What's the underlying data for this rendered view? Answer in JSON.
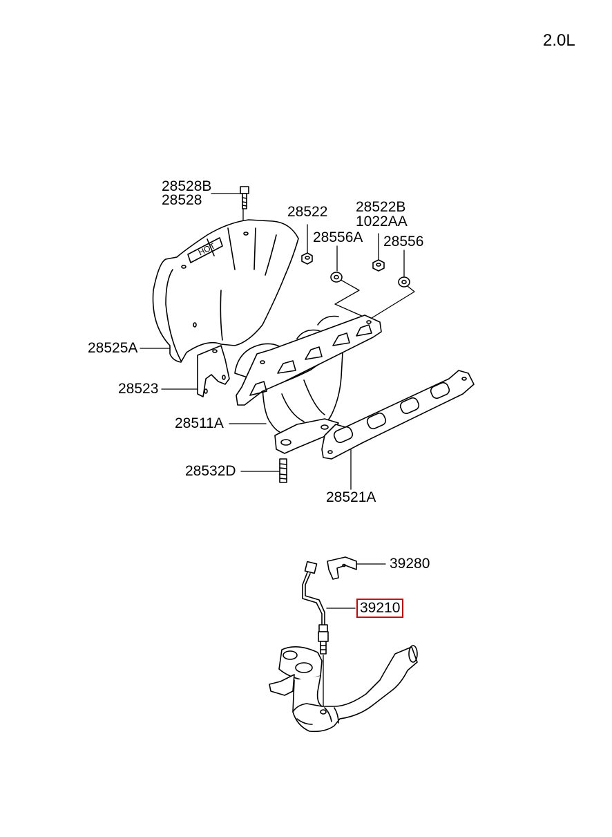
{
  "engine_label": "2.0L",
  "highlight_color": "#d40000",
  "part_labels": {
    "p28528B": "28528B",
    "p28528": "28528",
    "p28522": "28522",
    "p28522B": "28522B",
    "p1022AA": "1022AA",
    "p28556A": "28556A",
    "p28556": "28556",
    "p28525A": "28525A",
    "p28523": "28523",
    "p28511A": "28511A",
    "p28532D": "28532D",
    "p28521A": "28521A",
    "p39280": "39280",
    "p39210": "39210"
  },
  "icons": [
    "heat-shield-icon",
    "exhaust-manifold-icon",
    "manifold-gasket-icon",
    "bolt-icon",
    "nut-icon",
    "washer-icon",
    "stud-icon",
    "bracket-icon",
    "oxygen-sensor-icon",
    "sensor-clip-icon",
    "front-pipe-icon"
  ],
  "highlighted_part": "39210"
}
